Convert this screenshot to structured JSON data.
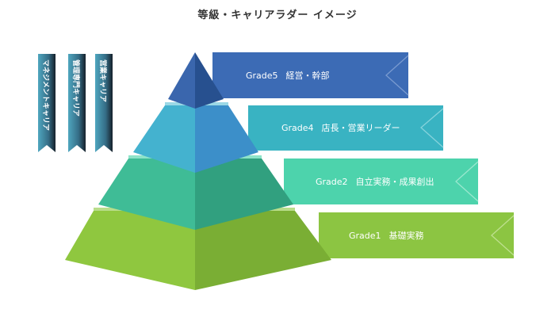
{
  "title": "等級・キャリアラダー イメージ",
  "ribbons": [
    {
      "label": "マネジメントキャリア",
      "color": "#4fa6bf"
    },
    {
      "label": "管理専門キャリア",
      "color": "#4fa6bf"
    },
    {
      "label": "営業キャリア",
      "color": "#4fa6bf"
    }
  ],
  "levels": [
    {
      "grade": "Grade5",
      "name": "経営・幹部",
      "banner_color": "#3c6bb5",
      "left_face": "#3a66ad",
      "right_face": "#27508f"
    },
    {
      "grade": "Grade4",
      "name": "店長・営業リーダー",
      "banner_color": "#39b3c2",
      "left_face": "#44b2cf",
      "right_face": "#3c8fc9"
    },
    {
      "grade": "Grade2",
      "name": "自立実務・成果創出",
      "banner_color": "#4dd3ac",
      "left_face": "#3fbc96",
      "right_face": "#31a07f"
    },
    {
      "grade": "Grade1",
      "name": "基礎実務",
      "banner_color": "#8cc542",
      "left_face": "#8fc73f",
      "right_face": "#7aae34"
    }
  ]
}
